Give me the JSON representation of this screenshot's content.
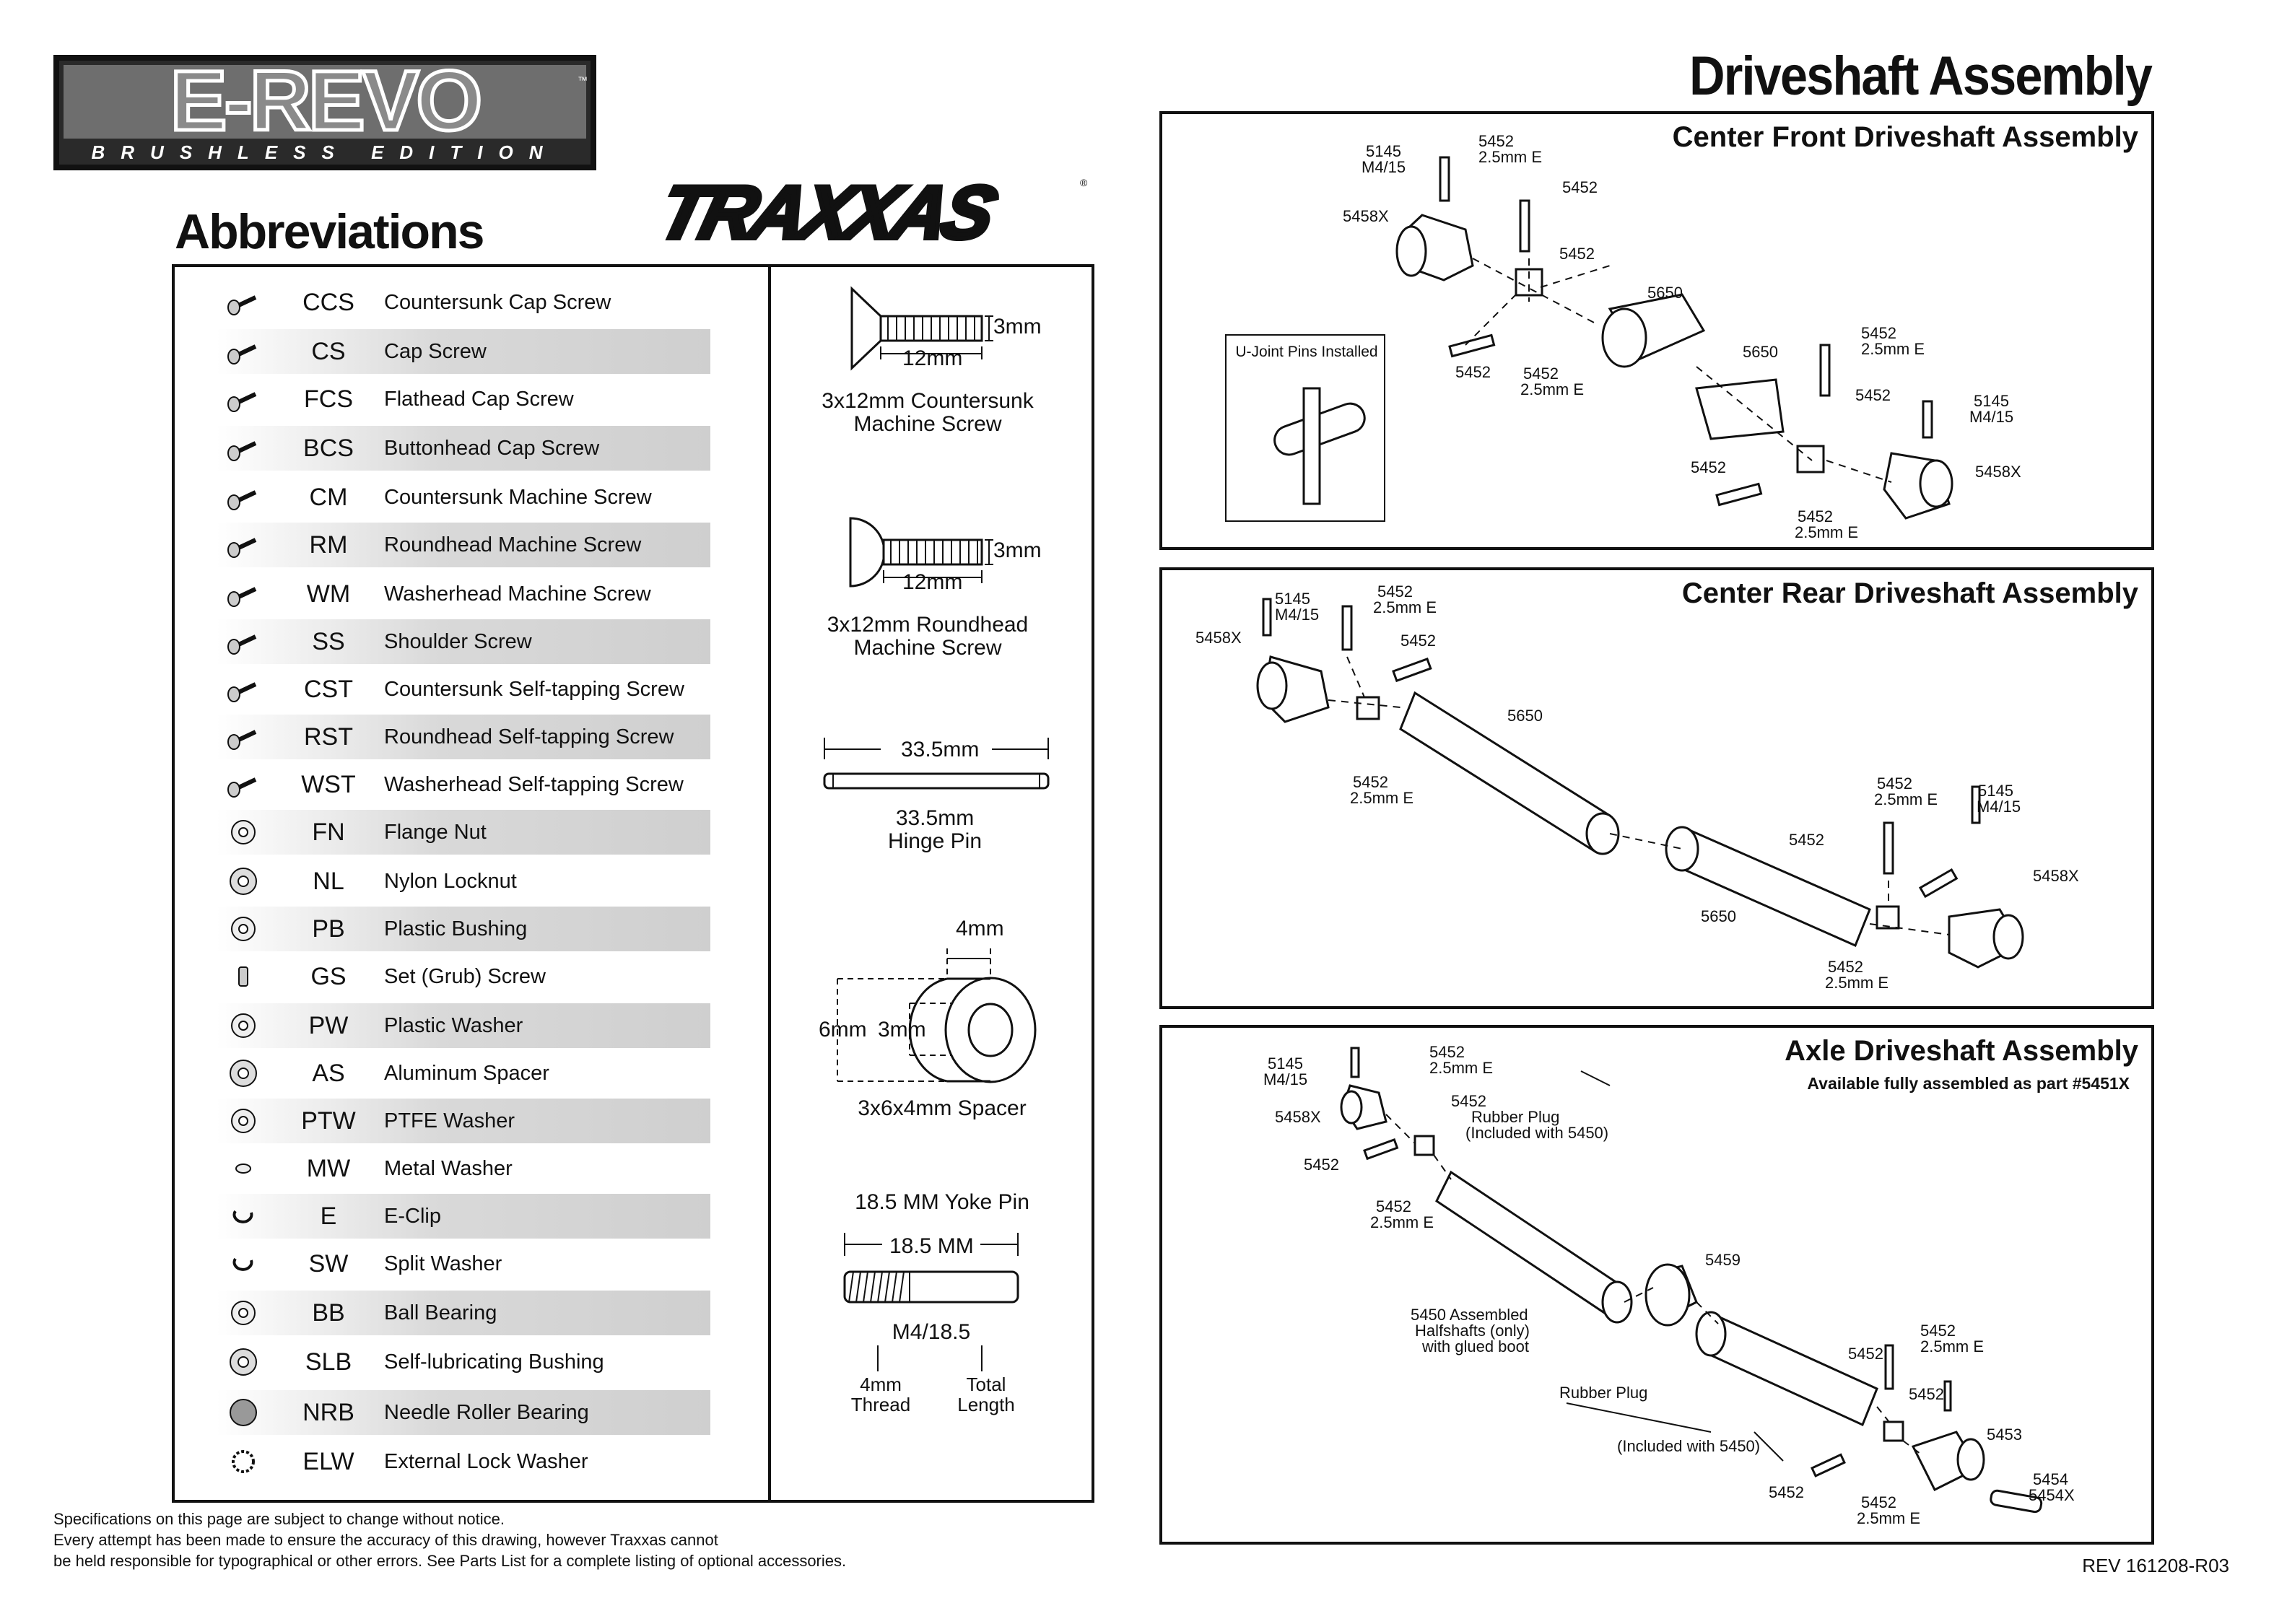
{
  "header": {
    "logo_main": "E-REVO",
    "logo_sub": "BRUSHLESS EDITION",
    "logo_tm": "™",
    "brand": "TRAXXAS",
    "brand_reg": "®",
    "page_title": "Driveshaft Assembly",
    "abbreviations_heading": "Abbreviations"
  },
  "abbreviations": [
    {
      "code": "CCS",
      "desc": "Countersunk Cap Screw",
      "icon": "countersunk-cap-screw-icon"
    },
    {
      "code": "CS",
      "desc": "Cap Screw",
      "icon": "cap-screw-icon"
    },
    {
      "code": "FCS",
      "desc": "Flathead Cap Screw",
      "icon": "flathead-cap-screw-icon"
    },
    {
      "code": "BCS",
      "desc": "Buttonhead Cap Screw",
      "icon": "buttonhead-cap-screw-icon"
    },
    {
      "code": "CM",
      "desc": "Countersunk Machine Screw",
      "icon": "countersunk-machine-screw-icon"
    },
    {
      "code": "RM",
      "desc": "Roundhead Machine Screw",
      "icon": "roundhead-machine-screw-icon"
    },
    {
      "code": "WM",
      "desc": "Washerhead Machine Screw",
      "icon": "washerhead-machine-screw-icon"
    },
    {
      "code": "SS",
      "desc": "Shoulder Screw",
      "icon": "shoulder-screw-icon"
    },
    {
      "code": "CST",
      "desc": "Countersunk Self-tapping Screw",
      "icon": "countersunk-self-tapping-screw-icon"
    },
    {
      "code": "RST",
      "desc": "Roundhead Self-tapping Screw",
      "icon": "roundhead-self-tapping-screw-icon"
    },
    {
      "code": "WST",
      "desc": "Washerhead Self-tapping Screw",
      "icon": "washerhead-self-tapping-screw-icon"
    },
    {
      "code": "FN",
      "desc": "Flange Nut",
      "icon": "flange-nut-icon"
    },
    {
      "code": "NL",
      "desc": "Nylon Locknut",
      "icon": "nylon-locknut-icon"
    },
    {
      "code": "PB",
      "desc": "Plastic Bushing",
      "icon": "plastic-bushing-icon"
    },
    {
      "code": "GS",
      "desc": "Set (Grub) Screw",
      "icon": "set-screw-icon"
    },
    {
      "code": "PW",
      "desc": "Plastic Washer",
      "icon": "plastic-washer-icon"
    },
    {
      "code": "AS",
      "desc": "Aluminum Spacer",
      "icon": "aluminum-spacer-icon"
    },
    {
      "code": "PTW",
      "desc": "PTFE Washer",
      "icon": "ptfe-washer-icon"
    },
    {
      "code": "MW",
      "desc": "Metal Washer",
      "icon": "metal-washer-icon"
    },
    {
      "code": "E",
      "desc": "E-Clip",
      "icon": "e-clip-icon"
    },
    {
      "code": "SW",
      "desc": "Split Washer",
      "icon": "split-washer-icon"
    },
    {
      "code": "BB",
      "desc": "Ball Bearing",
      "icon": "ball-bearing-icon"
    },
    {
      "code": "SLB",
      "desc": "Self-lubricating Bushing",
      "icon": "self-lubricating-bushing-icon"
    },
    {
      "code": "NRB",
      "desc": "Needle Roller Bearing",
      "icon": "needle-roller-bearing-icon"
    },
    {
      "code": "ELW",
      "desc": "External Lock Washer",
      "icon": "external-lock-washer-icon"
    }
  ],
  "specs": {
    "ccs": {
      "width": "3mm",
      "length": "12mm",
      "line1": "3x12mm Countersunk",
      "line2": "Machine Screw"
    },
    "rm": {
      "width": "3mm",
      "length": "12mm",
      "line1": "3x12mm Roundhead",
      "line2": "Machine Screw"
    },
    "hinge": {
      "length": "33.5mm",
      "line1": "33.5mm",
      "line2": "Hinge Pin"
    },
    "spacer": {
      "thickness": "4mm",
      "outer": "6mm",
      "inner": "3mm",
      "caption": "3x6x4mm Spacer"
    },
    "yoke": {
      "title": "18.5 MM Yoke Pin",
      "length": "18.5 MM",
      "size": "M4/18.5",
      "thread_1": "4mm",
      "thread_2": "Thread",
      "total_1": "Total",
      "total_2": "Length"
    }
  },
  "panels": {
    "front": {
      "title": "Center Front Driveshaft Assembly",
      "inset": "U-Joint Pins Installed",
      "labels": [
        "5145",
        "M4/15",
        "5452",
        "2.5mm E",
        "5452",
        "5458X",
        "5452",
        "5650",
        "5452",
        "5452",
        "2.5mm E",
        "5650",
        "5452",
        "2.5mm E",
        "5452",
        "5145",
        "M4/15",
        "5452",
        "5458X",
        "5452",
        "2.5mm E"
      ]
    },
    "rear": {
      "title": "Center Rear Driveshaft Assembly",
      "labels": [
        "5145",
        "M4/15",
        "5452",
        "2.5mm E",
        "5452",
        "5458X",
        "5650",
        "5452",
        "2.5mm E",
        "5452",
        "2.5mm E",
        "5145",
        "M4/15",
        "5452",
        "5458X",
        "5650",
        "5452",
        "2.5mm E"
      ]
    },
    "axle": {
      "title": "Axle Driveshaft Assembly",
      "subtitle": "Available fully assembled as part #5451X",
      "labels": [
        "5145",
        "M4/15",
        "5452",
        "2.5mm E",
        "5452",
        "5458X",
        "Rubber Plug",
        "(Included with 5450)",
        "5452",
        "5452",
        "2.5mm E",
        "5459",
        "5450 Assembled",
        "Halfshafts (only)",
        "with glued boot",
        "Rubber Plug",
        "(Included with 5450)",
        "5452",
        "2.5mm E",
        "5452",
        "5452",
        "5453",
        "5452",
        "5452",
        "2.5mm E",
        "5454",
        "5454X"
      ]
    }
  },
  "footer": {
    "line1": "Specifications on this page are subject to change without notice.",
    "line2": "Every attempt has been made to ensure the accuracy of this drawing, however Traxxas cannot",
    "line3": "be held responsible for typographical or other errors. See Parts List for a complete listing of optional accessories.",
    "rev": "REV 161208-R03"
  }
}
